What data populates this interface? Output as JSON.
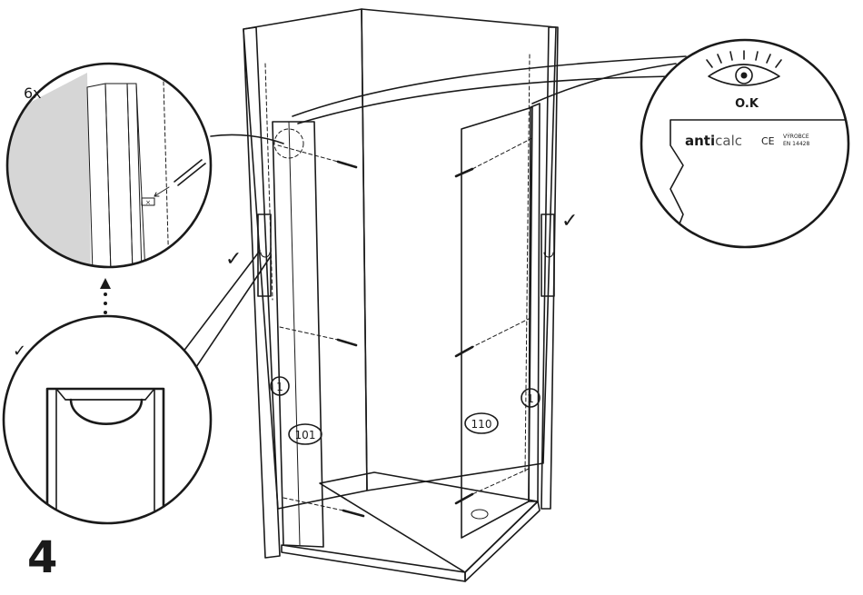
{
  "step": {
    "number": "4"
  },
  "detail_top": {
    "quantity": "6x",
    "marker": "×"
  },
  "detail_right": {
    "status": "O.K",
    "label_brand_a": "anti",
    "label_brand_b": "calc",
    "label_ce": "CE",
    "label_maker": "VÝROBCE",
    "label_norm": "EN 14428"
  },
  "checkmarks": {
    "symbol": "✓"
  },
  "part_labels": {
    "left_panel": "101",
    "right_panel": "110",
    "left_profile": "1",
    "right_profile": "1"
  },
  "colors": {
    "outline": "#1a1a1a",
    "wall_gray": "#a8a8a8",
    "glass_gray": "#c9c9c9",
    "tray_dark": "#3c3c3c",
    "panel_light": "#f2f2f2"
  }
}
